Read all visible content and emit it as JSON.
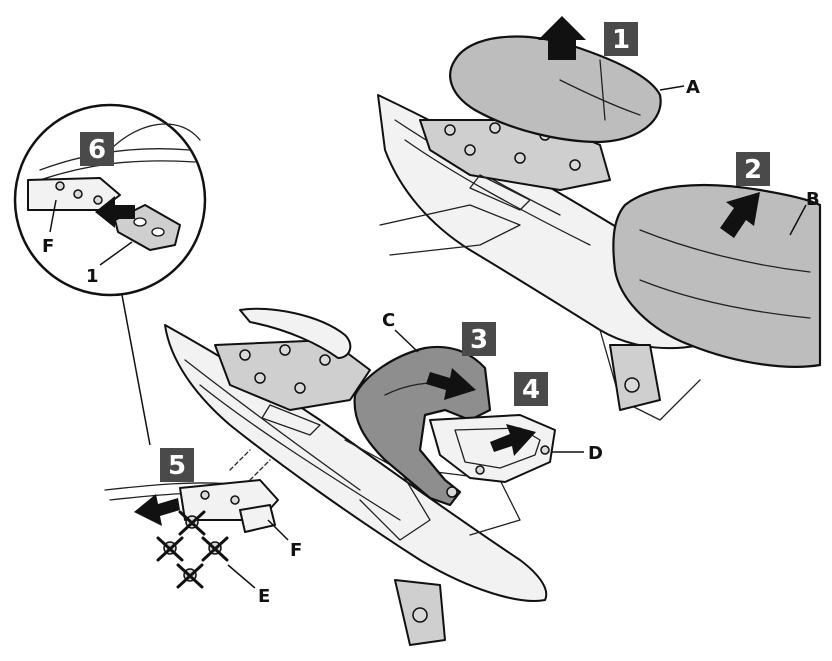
{
  "steps": [
    "1",
    "2",
    "3",
    "4",
    "5",
    "6"
  ],
  "labels": {
    "A": "A",
    "B": "B",
    "C": "C",
    "D": "D",
    "E": "E",
    "F_main": "F",
    "F_inset": "F",
    "one_inset": "1"
  },
  "colors": {
    "step_box": "#4a4a4a",
    "arrow": "#111111",
    "line": "#111111",
    "part_dark": "#8e8e8e",
    "seat": "#bdbdbd"
  },
  "icons": [
    "arrow-up-icon",
    "arrow-right-icon",
    "arrow-left-icon",
    "cross-mark-icon"
  ]
}
